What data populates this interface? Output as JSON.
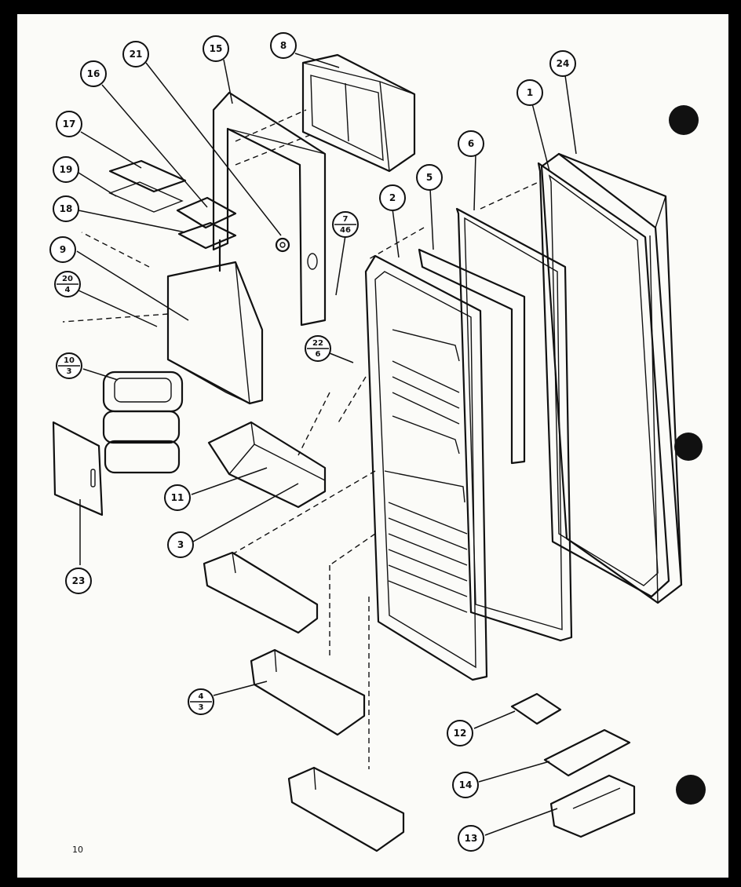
{
  "callouts": [
    {
      "id": "c1",
      "label": "1"
    },
    {
      "id": "c2",
      "label": "2"
    },
    {
      "id": "c3",
      "label": "3"
    },
    {
      "id": "c5",
      "label": "5"
    },
    {
      "id": "c6",
      "label": "6"
    },
    {
      "id": "c8",
      "label": "8"
    },
    {
      "id": "c9",
      "label": "9"
    },
    {
      "id": "c11",
      "label": "11"
    },
    {
      "id": "c12",
      "label": "12"
    },
    {
      "id": "c13",
      "label": "13"
    },
    {
      "id": "c14",
      "label": "14"
    },
    {
      "id": "c15",
      "label": "15"
    },
    {
      "id": "c16",
      "label": "16"
    },
    {
      "id": "c17",
      "label": "17"
    },
    {
      "id": "c18",
      "label": "18"
    },
    {
      "id": "c19",
      "label": "19"
    },
    {
      "id": "c21",
      "label": "21"
    },
    {
      "id": "c23",
      "label": "23"
    },
    {
      "id": "c24",
      "label": "24"
    }
  ],
  "fraction_callouts": [
    {
      "id": "f7",
      "top": "7",
      "bottom": "46"
    },
    {
      "id": "f20",
      "top": "20",
      "bottom": "4"
    },
    {
      "id": "f22",
      "top": "22",
      "bottom": "6"
    },
    {
      "id": "f10",
      "top": "10",
      "bottom": "3"
    },
    {
      "id": "f4",
      "top": "4",
      "bottom": "3"
    }
  ],
  "page_number": "10"
}
